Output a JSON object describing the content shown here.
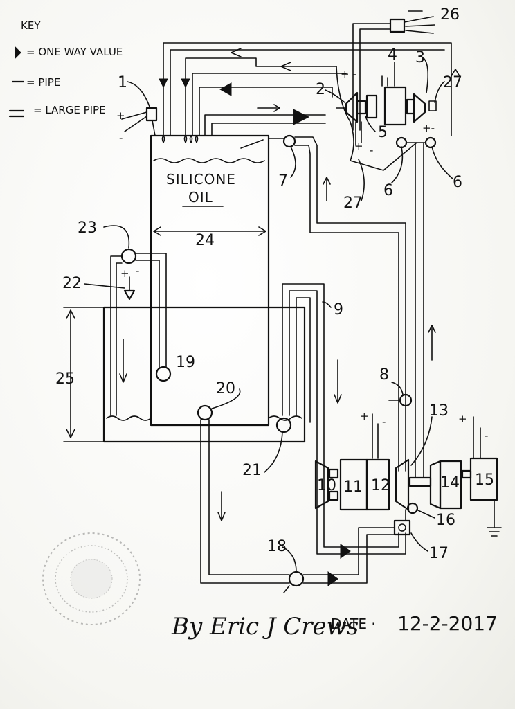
{
  "key": {
    "title": "KEY",
    "items": [
      {
        "symbol": "one-way-valve",
        "label": "= ONE WAY VALUE"
      },
      {
        "symbol": "pipe",
        "label": "= PIPE"
      },
      {
        "symbol": "large-pipe",
        "label": "= LARGE PIPE"
      }
    ]
  },
  "tank": {
    "line1": "SILICONE",
    "line2": "OIL"
  },
  "labels": {
    "n1": "1",
    "n2": "2",
    "n3": "3",
    "n4": "4",
    "n5": "5",
    "n6a": "6",
    "n6b": "6",
    "n7": "7",
    "n8": "8",
    "n9": "9",
    "n10": "10",
    "n11": "11",
    "n12": "12",
    "n13": "13",
    "n14": "14",
    "n15": "15",
    "n16": "16",
    "n17": "17",
    "n18": "18",
    "n19": "19",
    "n20": "20",
    "n21": "21",
    "n22": "22",
    "n23": "23",
    "n24": "24",
    "n25": "25",
    "n26": "26",
    "n27a": "27",
    "n27b": "27"
  },
  "signature": {
    "name": "By Eric J Crews",
    "date_label": "DATE ·",
    "date": "12-2-2017"
  }
}
